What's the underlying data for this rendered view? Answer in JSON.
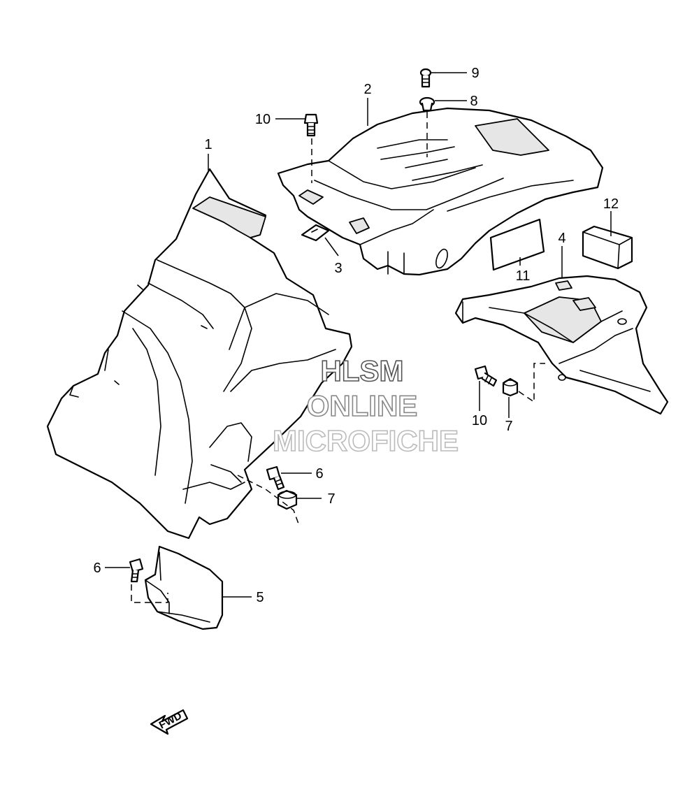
{
  "callouts": {
    "c1": "1",
    "c2": "2",
    "c3": "3",
    "c4": "4",
    "c5": "5",
    "c6a": "6",
    "c6b": "6",
    "c7a": "7",
    "c7b": "7",
    "c8": "8",
    "c9": "9",
    "c10a": "10",
    "c10b": "10",
    "c11": "11",
    "c12": "12"
  },
  "watermark": {
    "line1": "HLSM",
    "line2": "ONLINE",
    "line3": "MICROFICHE",
    "colors": [
      "#555555",
      "#888888",
      "#bbbbbb"
    ]
  },
  "direction_marker": {
    "label": "FWD",
    "icon": "fwd-arrow-icon"
  }
}
